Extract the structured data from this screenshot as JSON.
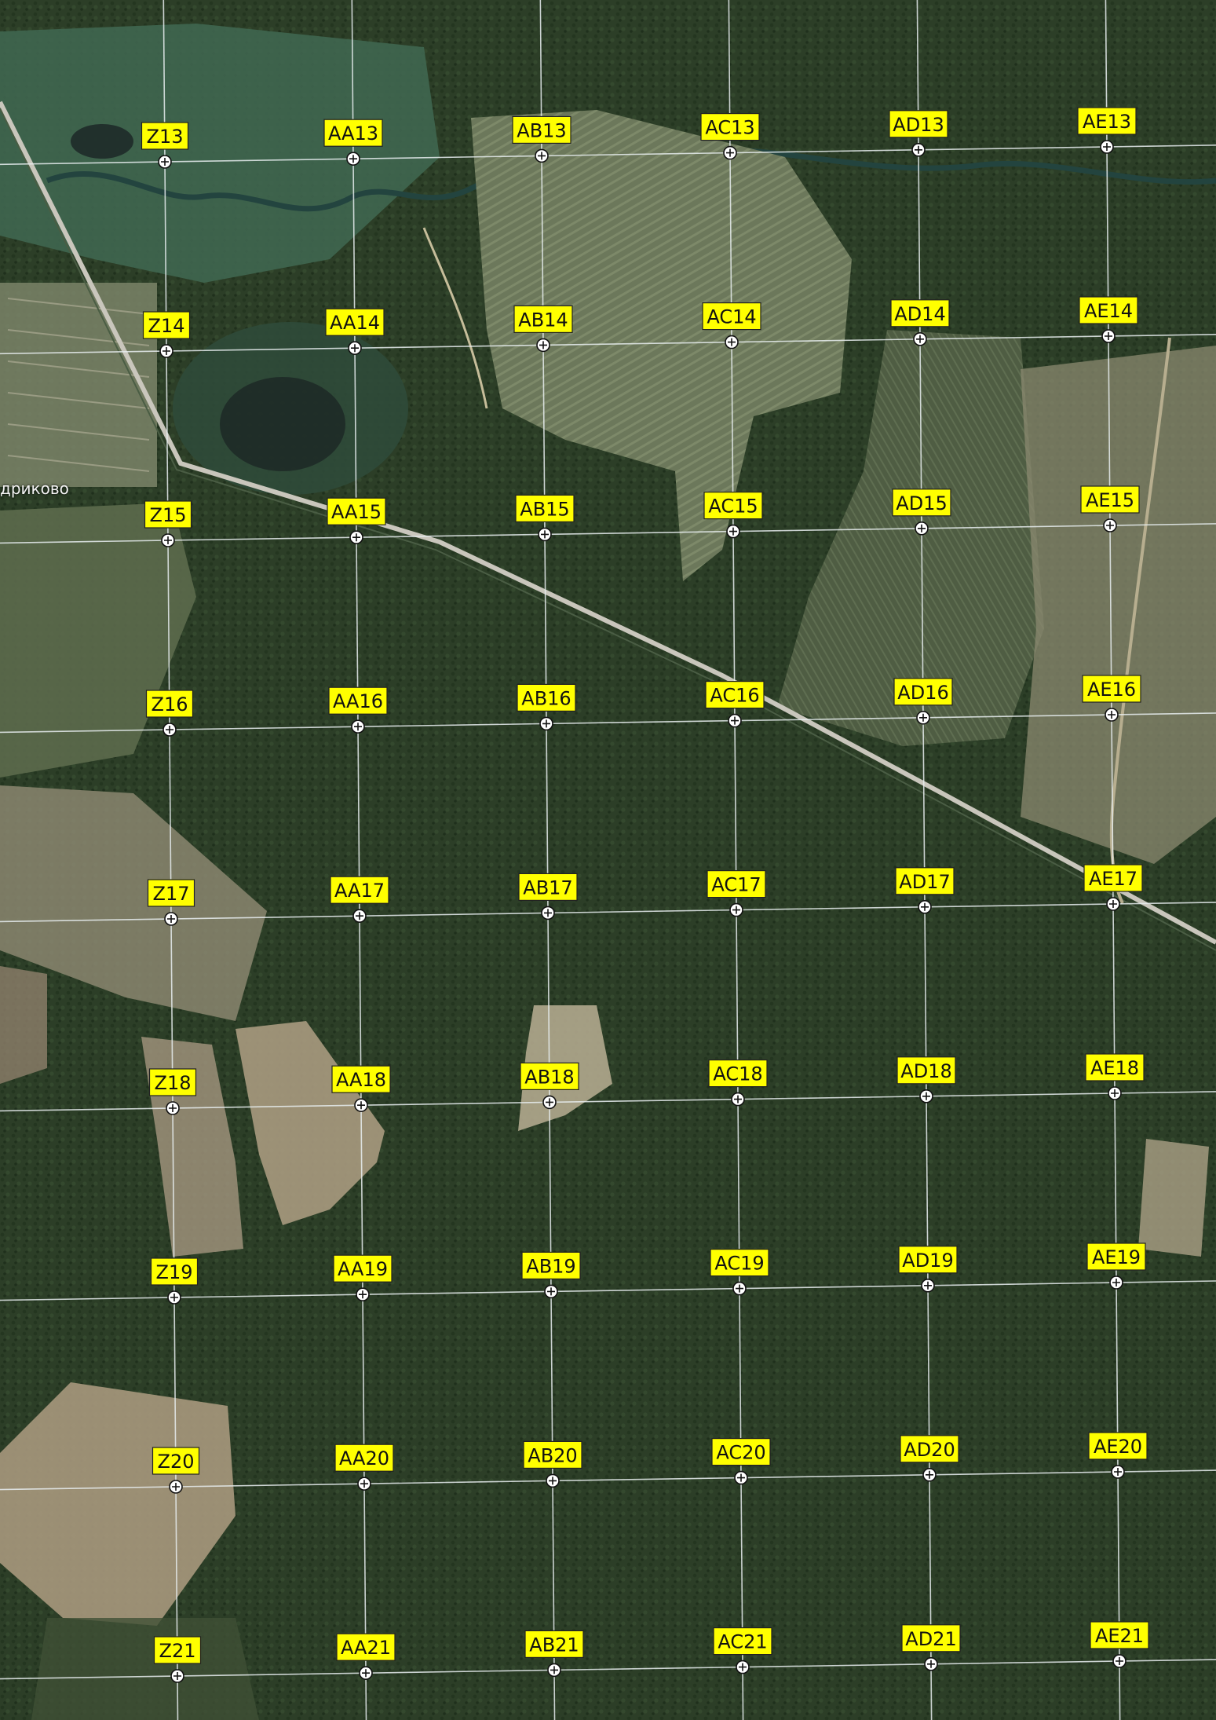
{
  "map": {
    "place_label": "дриково",
    "colors": {
      "label_fill": "#ffff00",
      "grid_line": "#e8eef0",
      "forest": "#2b3d26",
      "field": "#6f7c5f",
      "clearing": "#a89a80",
      "road": "#c9c6bc"
    },
    "columns": [
      "Z",
      "AA",
      "AB",
      "AC",
      "AD",
      "AE"
    ],
    "rows": [
      "13",
      "14",
      "15",
      "16",
      "17",
      "18",
      "19",
      "20",
      "21"
    ],
    "marker_icon": "crosshair-circle-icon"
  }
}
